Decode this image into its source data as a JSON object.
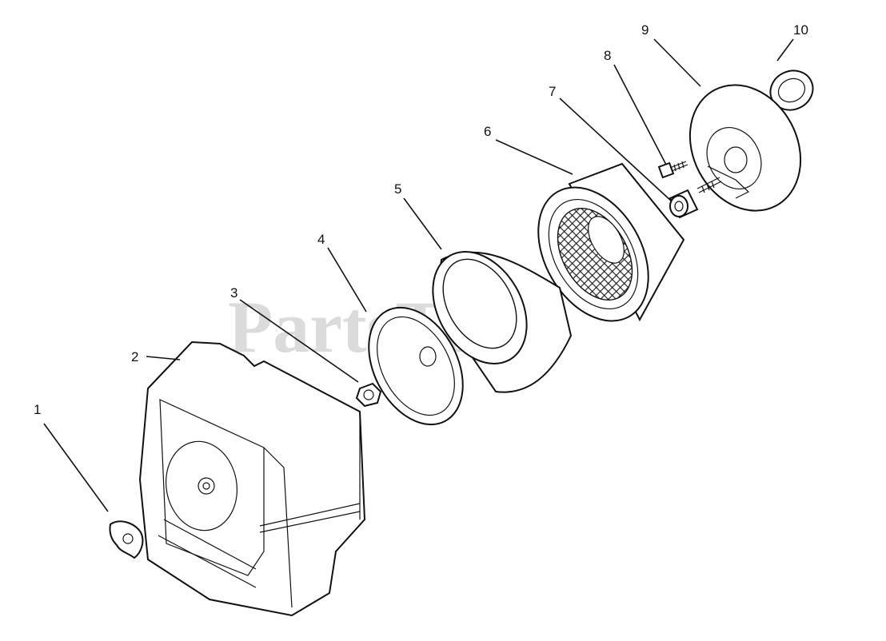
{
  "watermark": "PartsTree",
  "callouts": [
    "1",
    "2",
    "3",
    "4",
    "5",
    "6",
    "7",
    "8",
    "9",
    "10"
  ]
}
